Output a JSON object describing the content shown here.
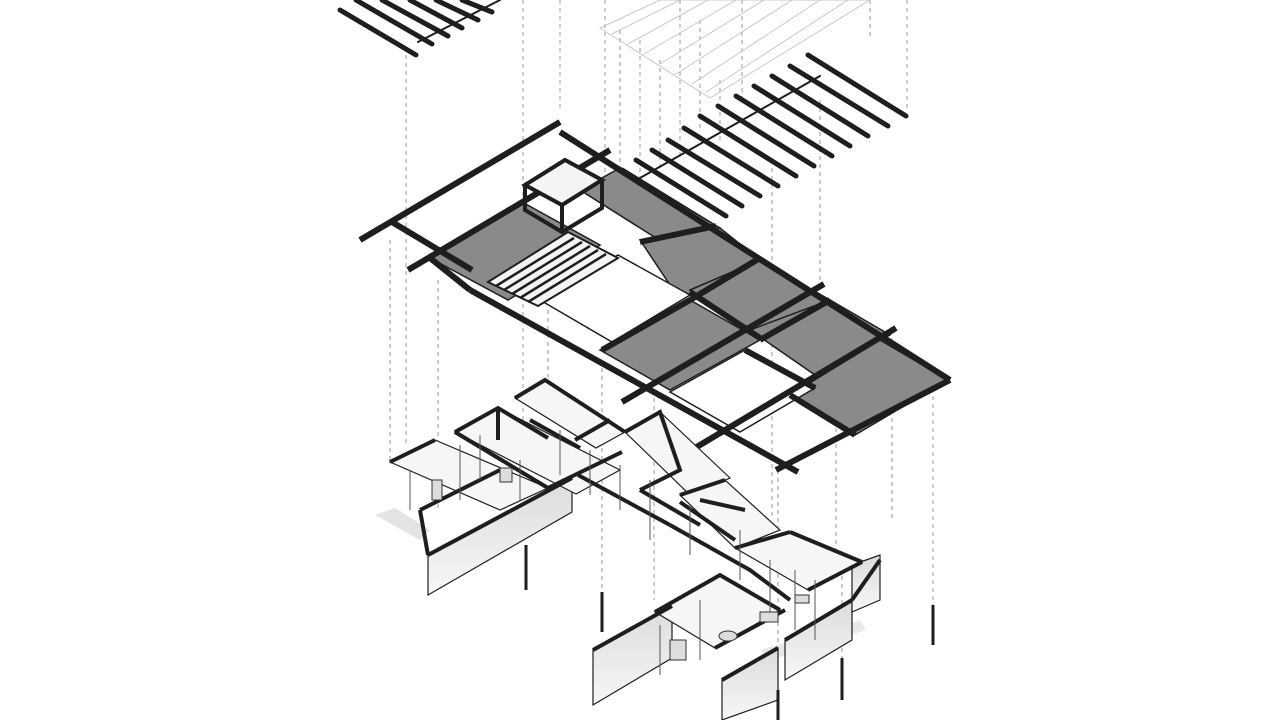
{
  "diagram": {
    "kind": "exploded-axonometric",
    "layers": [
      {
        "id": "roof-slats",
        "label": ""
      },
      {
        "id": "roof-framing-slab",
        "label": ""
      },
      {
        "id": "floor-plan",
        "label": ""
      }
    ]
  },
  "colors": {
    "background": "#ffffff",
    "line": "#1e1e1e",
    "slab_fill": "#8a8a8a",
    "wall_fill": "#ececec",
    "dashed_guide": "#9a9a9a"
  }
}
